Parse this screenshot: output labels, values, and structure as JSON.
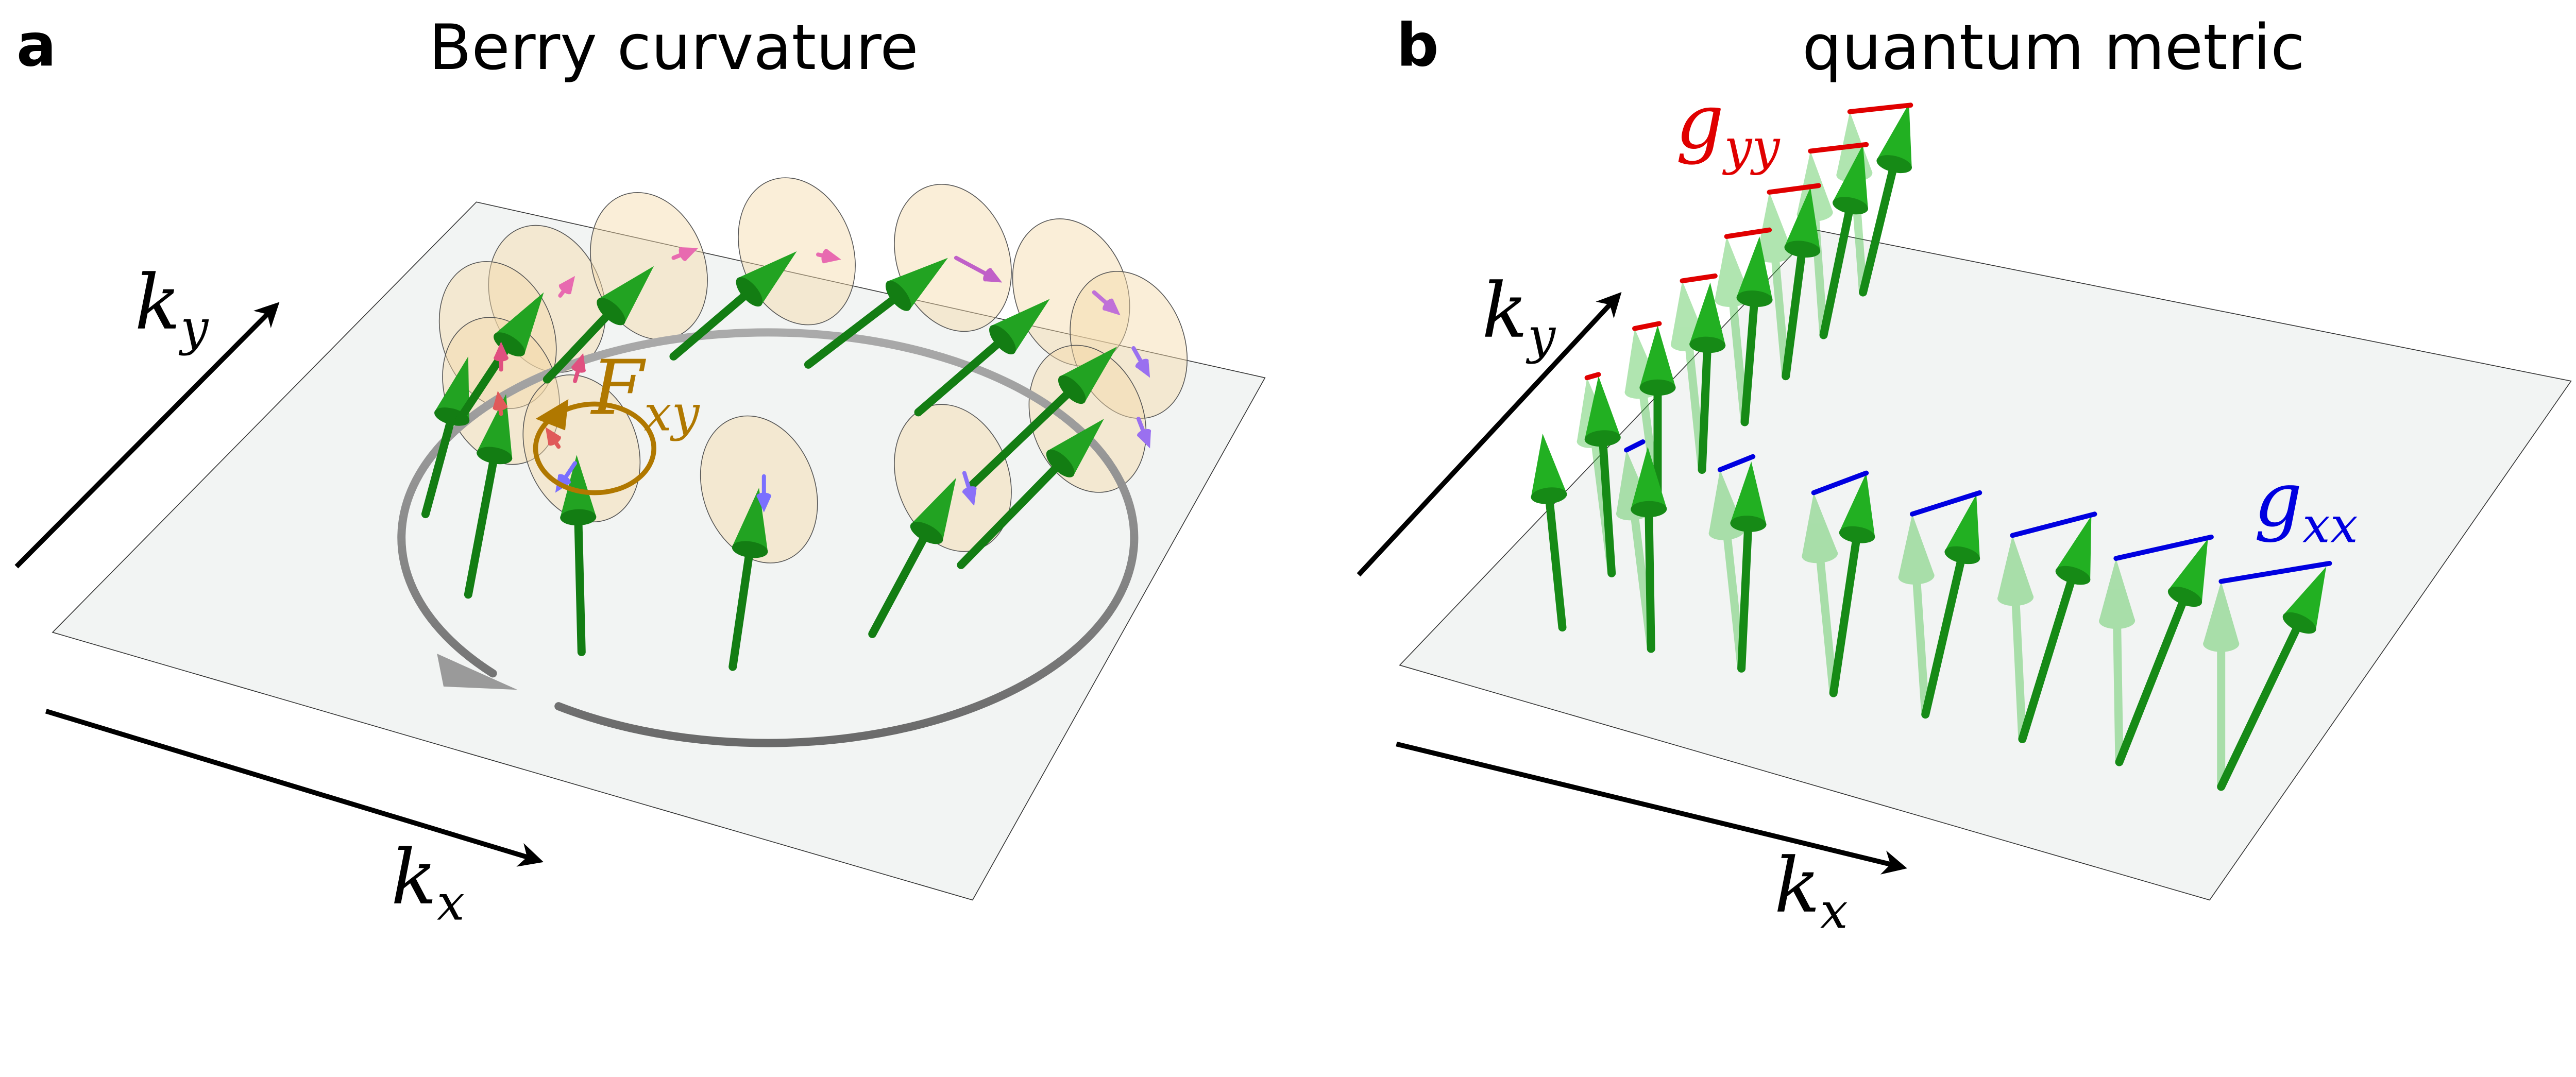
{
  "panel_a": {
    "letter": "a",
    "title": "Berry curvature",
    "ky": {
      "base": "k",
      "sub": "y"
    },
    "kx": {
      "base": "k",
      "sub": "x"
    },
    "curvature_label": {
      "base": "F",
      "sub": "xy"
    }
  },
  "panel_b": {
    "letter": "b",
    "title": "quantum metric",
    "ky": {
      "base": "k",
      "sub": "y"
    },
    "kx": {
      "base": "k",
      "sub": "x"
    },
    "gyy": {
      "base": "g",
      "sub": "yy"
    },
    "gxx": {
      "base": "g",
      "sub": "xx"
    }
  },
  "colors": {
    "plane": "#f2f4f3",
    "arrow_green": "#1a9c1a",
    "disk": "#f5d9a8",
    "curvature": "#b07800",
    "gyy": "#e00000",
    "gxx": "#0000e0",
    "ring": "#8a8a8a"
  }
}
